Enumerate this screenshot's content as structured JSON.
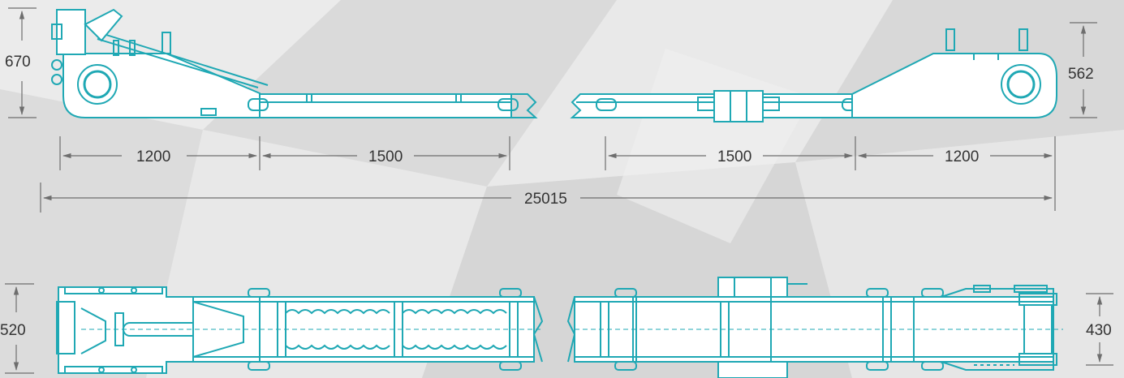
{
  "colors": {
    "drawing": "#1fa8b4",
    "dimension": "#6e6e6e",
    "text": "#333333",
    "background": "#e4e4e4"
  },
  "dimensions": {
    "side_height_left": "670",
    "side_height_right": "562",
    "seg_left_1200": "1200",
    "seg_left_1500": "1500",
    "seg_right_1500": "1500",
    "seg_right_1200": "1200",
    "total_length": "25015",
    "plan_width_left": "520",
    "plan_width_right": "430"
  }
}
